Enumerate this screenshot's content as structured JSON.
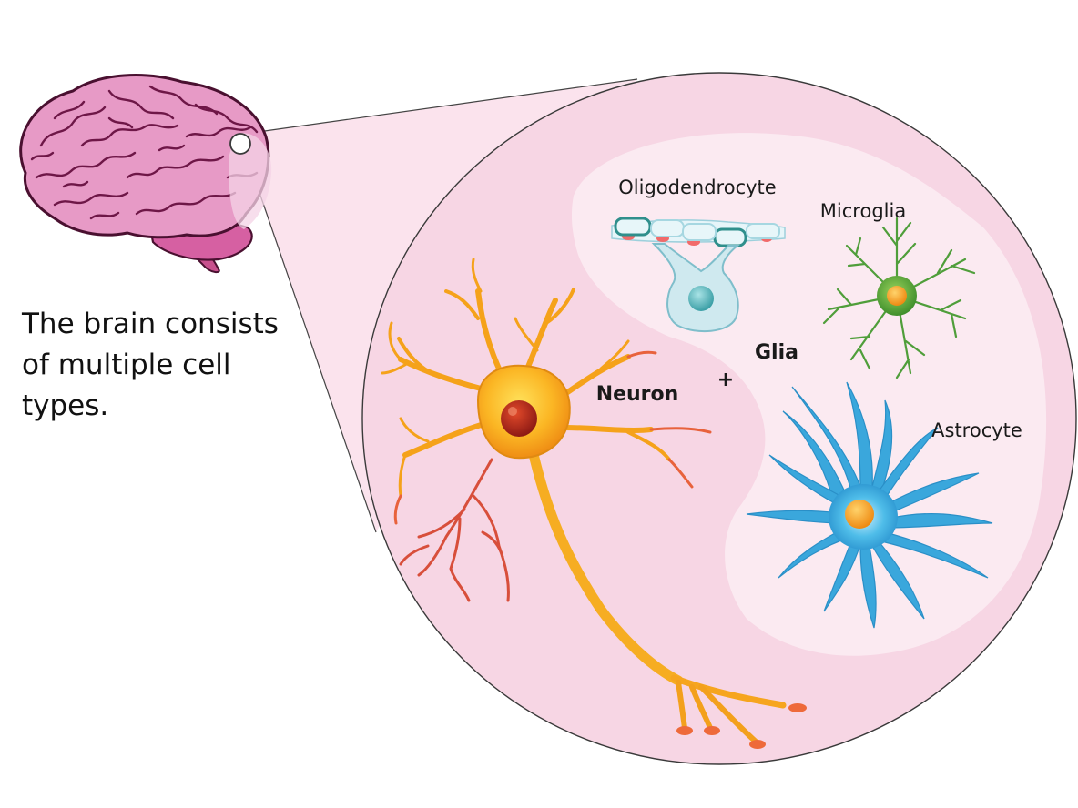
{
  "caption": "The brain consists of multiple cell types.",
  "labels": {
    "oligodendrocyte": "Oligodendrocyte",
    "microglia": "Microglia",
    "glia": "Glia",
    "plus": "+",
    "neuron": "Neuron",
    "astrocyte": "Astrocyte"
  },
  "colors": {
    "brain": "#c85a9b",
    "zoom_circle": "#f7d6e4",
    "glia_region": "#fbeaf1",
    "neuron": "#f6a91b",
    "neuron_nucleus": "#b8261d",
    "dendrite_tips": "#d9503c",
    "oligodendrocyte": "#cfe9ef",
    "myelin": "#2f8f8c",
    "microglia": "#4f9e3a",
    "astrocyte": "#3aa7dc",
    "glia_nucleus": "#f39a1c"
  }
}
